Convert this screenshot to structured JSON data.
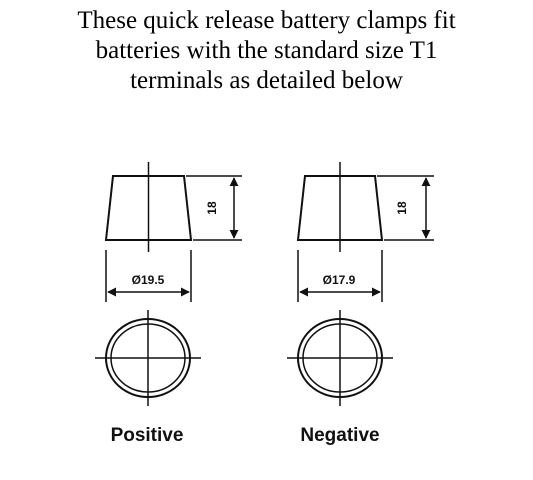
{
  "caption": {
    "line1": "These quick release battery clamps fit",
    "line2": "batteries with the standard size T1",
    "line3": "terminals as detailed below"
  },
  "terminals": [
    {
      "label": "Positive",
      "diameter_label": "Ø19.5",
      "height_label": "18"
    },
    {
      "label": "Negative",
      "diameter_label": "Ø17.9",
      "height_label": "18"
    }
  ],
  "colors": {
    "line": "#111111",
    "background": "#ffffff"
  }
}
